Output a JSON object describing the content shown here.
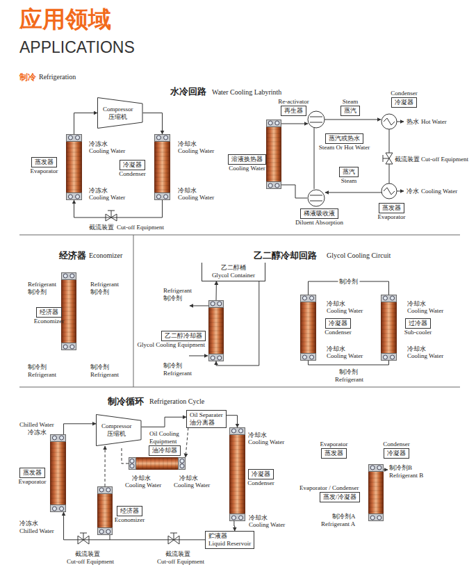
{
  "diagram": {
    "title": "应用领域",
    "nodes": [
      {
        "text": [
          "Compressor",
          "压缩机"
        ]
      },
      {
        "text": [
          "蒸发器",
          "Evaporator"
        ]
      },
      {
        "text": [
          "冷凝器",
          "Condenser"
        ]
      },
      {
        "text": [
          "再生器",
          "Re-activator"
        ]
      },
      {
        "text": [
          "蒸汽",
          "Steam"
        ]
      },
      {
        "text": [
          "冷凝器",
          "Condenser"
        ]
      },
      {
        "text": [
          "蒸汽或热水",
          "Steam Or Hot Water"
        ]
      },
      {
        "text": [
          "溶液换热器",
          "Cooling Water"
        ]
      },
      {
        "text": [
          "蒸汽",
          "Steam"
        ]
      },
      {
        "text": [
          "稀液吸收液",
          "Diluent Absorption"
        ]
      },
      {
        "text": [
          "蒸发器",
          "Evaporator"
        ]
      },
      {
        "text": [
          "经济器",
          "Economizer"
        ]
      },
      {
        "text": [
          "乙二醇桶",
          "Glycol Container"
        ]
      },
      {
        "text": [
          "乙二醇冷却器",
          "Glycol Cooling Equipment"
        ]
      },
      {
        "text": [
          "冷凝器",
          "Condenser"
        ]
      },
      {
        "text": [
          "过冷器",
          "Sub-cooler"
        ]
      },
      {
        "text": [
          "蒸发器",
          "Evaporator"
        ]
      },
      {
        "text": [
          "Compressor",
          "压缩机"
        ]
      },
      {
        "text": [
          "油冷却器",
          "Oil Cooling Equipment"
        ]
      },
      {
        "text": [
          "Oil Separater",
          "油分离器"
        ]
      },
      {
        "text": [
          "冷凝器",
          "Condenser"
        ]
      },
      {
        "text": [
          "经济器",
          "Economizer"
        ]
      },
      {
        "text": [
          "贮液器",
          "Liquid Reservoir"
        ]
      },
      {
        "text": [
          "蒸发器",
          "Evaporator"
        ]
      },
      {
        "text": [
          "冷凝器",
          "Condenser"
        ]
      },
      {
        "text": [
          "蒸发/冷凝器",
          "Evaporator / Condenser"
        ]
      }
    ],
    "edges": [
      {
        "from": 1,
        "to": 0,
        "arrow": "to"
      },
      {
        "from": 0,
        "to": 2,
        "arrow": "to"
      },
      {
        "from": 2,
        "to": 1,
        "arrow": "to"
      },
      {
        "from": 13,
        "to": 12,
        "arrow": "to"
      },
      {
        "from": 12,
        "to": 13,
        "arrow": "to"
      },
      {
        "from": 14,
        "to": 15,
        "arrow": "none",
        "label": "制冷剂"
      },
      {
        "from": 15,
        "to": 14,
        "arrow": "none"
      },
      {
        "from": 16,
        "to": 17,
        "arrow": "to"
      },
      {
        "from": 17,
        "to": 19,
        "arrow": "to"
      },
      {
        "from": 19,
        "to": 20,
        "arrow": "to"
      },
      {
        "from": 20,
        "to": 22,
        "arrow": "to"
      },
      {
        "from": 22,
        "to": 16,
        "arrow": "to"
      },
      {
        "from": 21,
        "to": 17,
        "arrow": "to"
      },
      {
        "from": 19,
        "to": 18,
        "arrow": "to"
      }
    ],
    "labels": [
      "APPLICATIONS",
      "制冷",
      "Refrigeration",
      "水冷回路",
      "Water Cooling Labyrinth",
      "冷冻水",
      "Cooling Water",
      "冷冻水",
      "Cooling Water",
      "冷却水",
      "Cooling Water",
      "冷却水",
      "Cooling Water",
      "截流装置",
      "Cut-off Equipment",
      "热水",
      "Hot Water",
      "截流装置",
      "Cut-off Equipment",
      "冷水",
      "Cooling Water",
      "经济器",
      "Economizer",
      "Refrigerant",
      "制冷剂",
      "Refrigerant",
      "制冷剂",
      "制冷剂",
      "Refrigerant",
      "制冷剂",
      "Refrigerant",
      "乙二醇冷却回路",
      "Glycol Cooling Circuit",
      "Refrigerant",
      "制冷剂",
      "制冷剂",
      "Refrigerant",
      "冷却水",
      "Cooling Water",
      "冷却水",
      "Cooling Water",
      "冷却水",
      "Cooling Water",
      "冷却水",
      "Cooling Water",
      "制冷剂",
      "Refrigerant",
      "制冷循环",
      "Refrigeration Cycle",
      "Chilled Water",
      "冷冻水",
      "冷冻水",
      "Chilled Water",
      "冷却水",
      "Cooling Water",
      "冷却水",
      "Cooling Water",
      "冷却水",
      "Cooling Water",
      "冷却水",
      "Cooling Water",
      "截流装置",
      "Cut-off Equipment",
      "截流装置",
      "Cut-off Equipment",
      "制冷剂B",
      "Refrigerant B",
      "制冷剂A",
      "Refrigerant A"
    ]
  }
}
